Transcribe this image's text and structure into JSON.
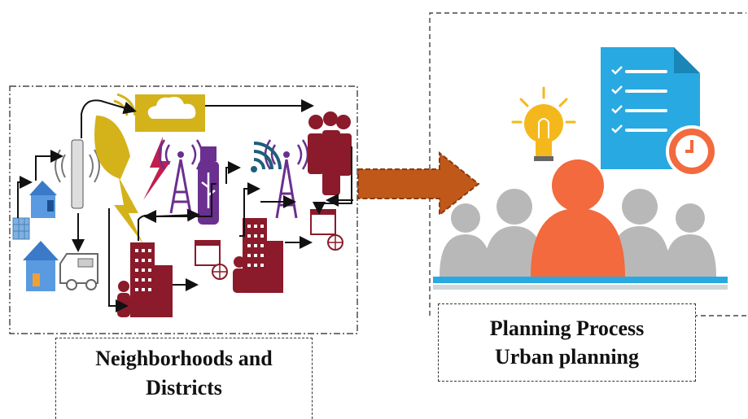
{
  "left_panel": {
    "label_line1": "Neighborhoods and",
    "label_line2": "Districts"
  },
  "right_panel": {
    "label_line1": "Planning Process",
    "label_line2": "Urban planning"
  },
  "colors": {
    "maroon": "#8b1a2b",
    "purple": "#6a2f8f",
    "gold": "#d4b21a",
    "blue": "#4a90d9",
    "orange_arrow": "#c0581a",
    "person_orange": "#f26a3d",
    "person_gray": "#b8b8b8",
    "doc_blue": "#29a9e1",
    "clock_orange": "#f26a3d",
    "bulb_yellow": "#f5b81c"
  }
}
